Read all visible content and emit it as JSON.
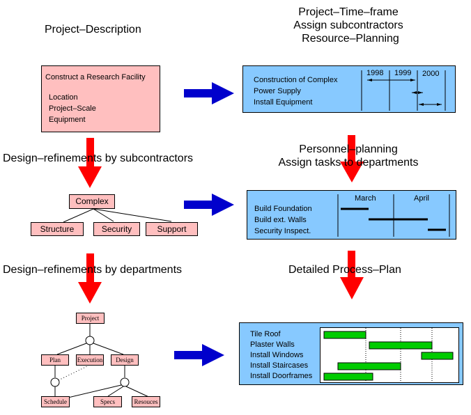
{
  "left_column": {
    "step1_title": "Project–Description",
    "description_box": {
      "title": "Construct a Research Facility",
      "items": [
        "Location",
        "Project–Scale",
        "Equipment"
      ]
    },
    "step2_title": "Design–refinements by subcontractors",
    "subcontractor_tree": {
      "root": "Complex",
      "children": [
        "Structure",
        "Security",
        "Support"
      ]
    },
    "step3_title": "Design–refinements by departments",
    "department_tree": {
      "root": "Project",
      "level2": [
        "Plan",
        "Execution",
        "Design"
      ],
      "level3": [
        "Schedule",
        "Specs",
        "Resouces"
      ]
    }
  },
  "right_column": {
    "step1_title_lines": [
      "Project–Time–frame",
      "Assign subcontractors",
      "Resource–Planning"
    ],
    "timeframe_chart": {
      "periods": [
        "1998",
        "1999",
        "2000"
      ],
      "tasks": [
        "Construction of Complex",
        "Power Supply",
        "Install Equipment"
      ]
    },
    "step2_title_lines": [
      "Personnel–planning",
      "Assign tasks to departments"
    ],
    "personnel_chart": {
      "periods": [
        "March",
        "April"
      ],
      "tasks": [
        "Build Foundation",
        "Build ext. Walls",
        "Security Inspect."
      ]
    },
    "step3_title": "Detailed Process–Plan",
    "process_chart": {
      "tasks": [
        "Tile Roof",
        "Plaster Walls",
        "Install Windows",
        "Install Staircases",
        "Install Doorframes"
      ]
    }
  },
  "colors": {
    "pink_box": "#ffbfbf",
    "blue_box": "#87c9ff",
    "red_arrow": "#ff0000",
    "blue_arrow": "#0000cc",
    "green_bar": "#00cc00"
  }
}
